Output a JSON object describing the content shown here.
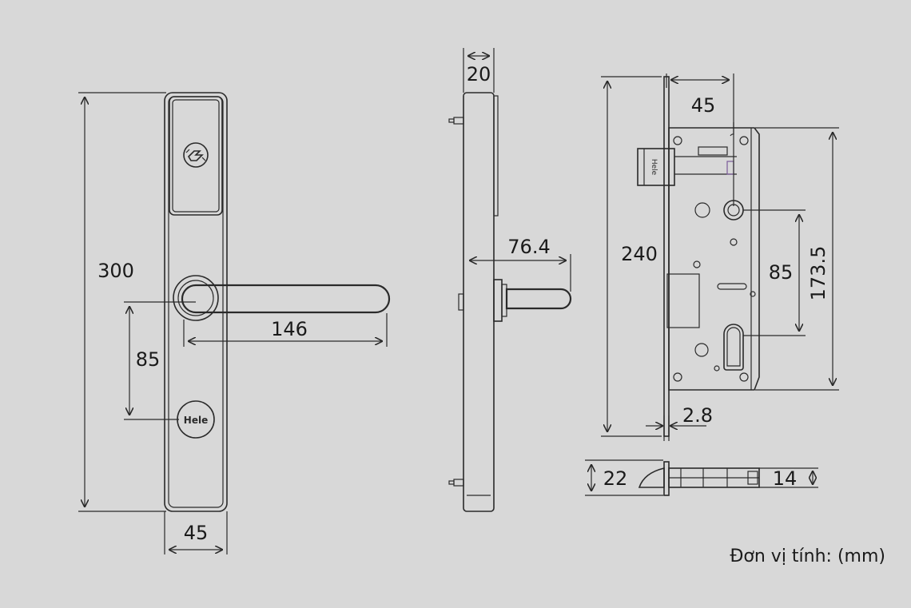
{
  "colors": {
    "background": "#d8d8d8",
    "line": "#2a2a2a",
    "text": "#1a1a1a"
  },
  "unit_note": "Đơn vị tính: (mm)",
  "front_view": {
    "logo_top_icon": "hand-logo-icon",
    "logo_bottom_text": "Hele",
    "dim_height": "300",
    "dim_width": "45",
    "dim_handle_length": "146",
    "dim_handle_to_cylinder": "85"
  },
  "side_view": {
    "dim_thickness": "20",
    "dim_handle_projection": "76.4"
  },
  "mortise_view": {
    "dim_backset": "45",
    "dim_body_height": "240",
    "dim_center_distance": "85",
    "dim_faceplate_height": "173.5",
    "dim_faceplate_thickness": "2.8",
    "latch_label": "Hele"
  },
  "bottom_view": {
    "dim_depth": "22",
    "dim_body_thickness": "14"
  }
}
